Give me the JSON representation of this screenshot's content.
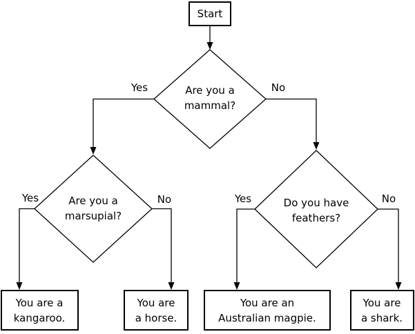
{
  "diagram": {
    "type": "flowchart-decision-tree",
    "background_color": "#ffffff",
    "line_color": "#000000",
    "text_color": "#000000",
    "nodes": {
      "start": {
        "shape": "rectangle",
        "label": "Start"
      },
      "mammal": {
        "shape": "diamond",
        "line1": "Are you a",
        "line2": "mammal?"
      },
      "marsupial": {
        "shape": "diamond",
        "line1": "Are you a",
        "line2": "marsupial?"
      },
      "feathers": {
        "shape": "diamond",
        "line1": "Do you have",
        "line2": "feathers?"
      },
      "kangaroo": {
        "shape": "rectangle",
        "line1": "You are a",
        "line2": "kangaroo."
      },
      "horse": {
        "shape": "rectangle",
        "line1": "You are",
        "line2": "a horse."
      },
      "magpie": {
        "shape": "rectangle",
        "line1": "You are an",
        "line2": "Australian magpie."
      },
      "shark": {
        "shape": "rectangle",
        "line1": "You are",
        "line2": "a shark."
      }
    },
    "edges": {
      "start_to_mammal": {
        "label": ""
      },
      "mammal_to_marsupial": {
        "label": "Yes"
      },
      "mammal_to_feathers": {
        "label": "No"
      },
      "marsupial_to_kangaroo": {
        "label": "Yes"
      },
      "marsupial_to_horse": {
        "label": "No"
      },
      "feathers_to_magpie": {
        "label": "Yes"
      },
      "feathers_to_shark": {
        "label": "No"
      }
    }
  }
}
